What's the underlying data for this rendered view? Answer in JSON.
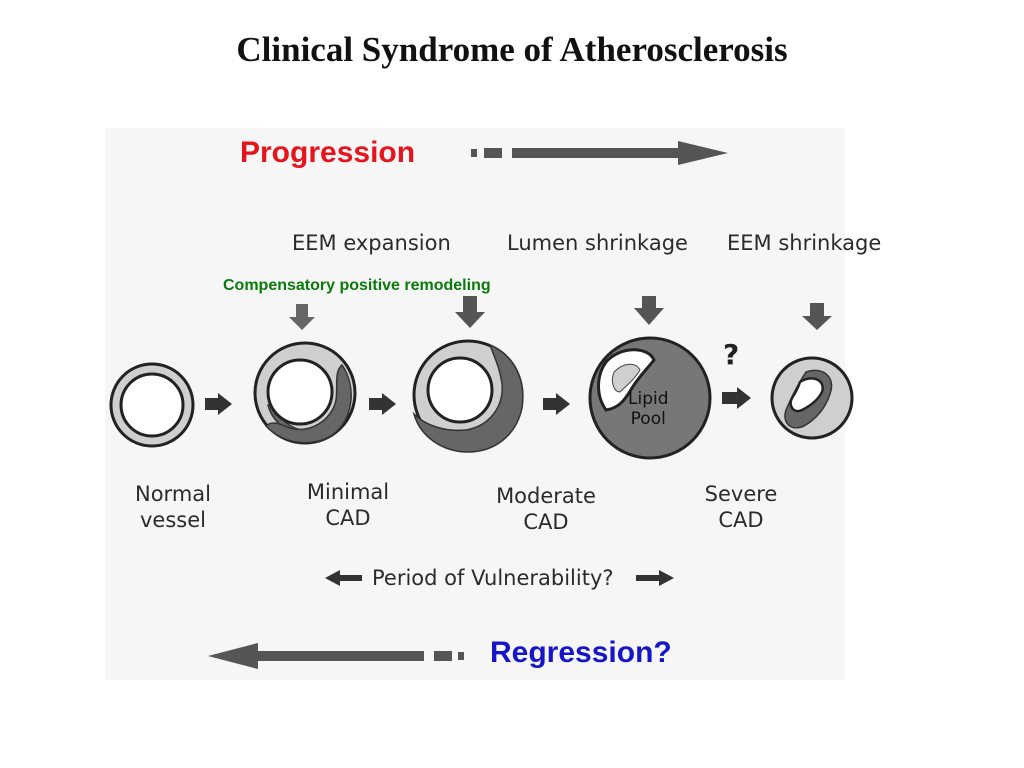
{
  "title": "Clinical Syndrome of Atherosclerosis",
  "progression_label": "Progression",
  "regression_label": "Regression?",
  "compensatory_label": "Compensatory positive remodeling",
  "top_labels": {
    "eem_expansion": "EEM expansion",
    "lumen_shrinkage": "Lumen shrinkage",
    "eem_shrinkage": "EEM shrinkage"
  },
  "stages": [
    {
      "label": "Normal\nvessel"
    },
    {
      "label": "Minimal\nCAD"
    },
    {
      "label": "Moderate\nCAD"
    },
    {
      "label": "Severe\nCAD"
    }
  ],
  "lipid_pool_label": "Lipid\nPool",
  "question_mark": "?",
  "vulnerability_label": "Period of Vulnerability?",
  "colors": {
    "progression": "#e8141b",
    "regression": "#1616c8",
    "compensatory": "#0a7a0a",
    "plaque": "#666666",
    "vessel_ring": "#c9c9c9"
  }
}
